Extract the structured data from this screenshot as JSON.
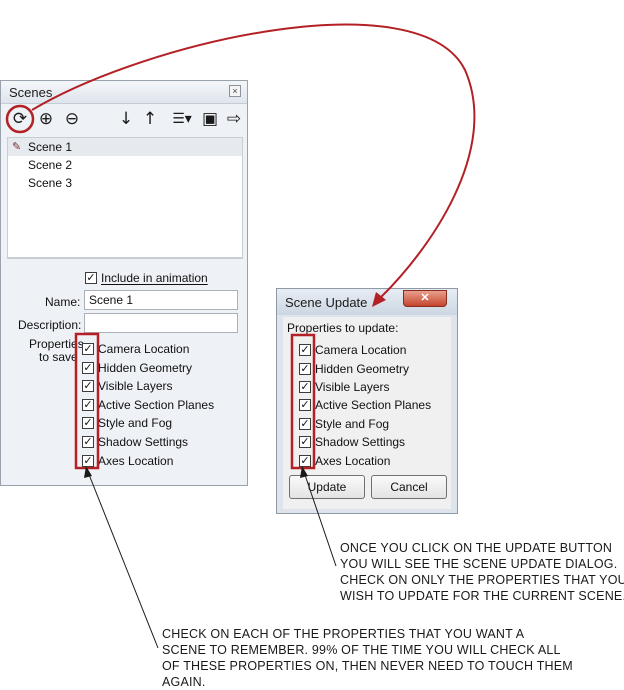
{
  "scenes_panel": {
    "title": "Scenes",
    "close_glyph": "×",
    "toolbar": {
      "icons": [
        {
          "name": "update-scene-icon",
          "glyph": "⟳"
        },
        {
          "name": "add-scene-icon",
          "glyph": "⊕"
        },
        {
          "name": "remove-scene-icon",
          "glyph": "⊖"
        },
        {
          "name": "move-scene-down-icon",
          "glyph": "↓"
        },
        {
          "name": "move-scene-up-icon",
          "glyph": "↑"
        },
        {
          "name": "view-options-icon",
          "glyph": "☰▾"
        },
        {
          "name": "show-thumbnails-icon",
          "glyph": "▣"
        },
        {
          "name": "show-details-icon",
          "glyph": "⇨"
        }
      ]
    },
    "scenes": [
      {
        "label": "Scene 1",
        "selected": true
      },
      {
        "label": "Scene 2",
        "selected": false
      },
      {
        "label": "Scene 3",
        "selected": false
      }
    ],
    "include_in_animation": {
      "label": "Include in animation",
      "checked": true
    },
    "name_label": "Name:",
    "name_value": "Scene 1",
    "description_label": "Description:",
    "description_value": "",
    "properties_label_line1": "Properties",
    "properties_label_line2": "to save",
    "properties": [
      {
        "label": "Camera Location",
        "checked": true
      },
      {
        "label": "Hidden Geometry",
        "checked": true
      },
      {
        "label": "Visible Layers",
        "checked": true
      },
      {
        "label": "Active Section Planes",
        "checked": true
      },
      {
        "label": "Style and Fog",
        "checked": true
      },
      {
        "label": "Shadow Settings",
        "checked": true
      },
      {
        "label": "Axes Location",
        "checked": true
      }
    ]
  },
  "update_dialog": {
    "title": "Scene Update",
    "close_glyph": "✕",
    "group_label": "Properties to update:",
    "properties": [
      {
        "label": "Camera Location",
        "checked": true
      },
      {
        "label": "Hidden Geometry",
        "checked": true
      },
      {
        "label": "Visible Layers",
        "checked": true
      },
      {
        "label": "Active Section Planes",
        "checked": true
      },
      {
        "label": "Style and Fog",
        "checked": true
      },
      {
        "label": "Shadow Settings",
        "checked": true
      },
      {
        "label": "Axes Location",
        "checked": true
      }
    ],
    "update_button": "Update",
    "cancel_button": "Cancel"
  },
  "check_glyph": "✓",
  "annotations": {
    "update_note": [
      "ONCE YOU CLICK ON THE UPDATE BUTTON",
      "YOU WILL SEE THE SCENE UPDATE DIALOG.",
      "CHECK ON ONLY THE PROPERTIES THAT YOU",
      "WISH TO UPDATE FOR THE CURRENT SCENE."
    ],
    "properties_note": [
      "CHECK ON EACH OF THE PROPERTIES THAT YOU WANT A",
      "SCENE TO REMEMBER.  99% OF THE TIME YOU WILL CHECK ALL",
      "OF THESE PROPERTIES ON, THEN NEVER NEED TO TOUCH THEM",
      "AGAIN."
    ]
  },
  "colors": {
    "highlight": "#b32025",
    "pointer_line": "#1a1a1a",
    "panel_bg": "#eef1f5",
    "dialog_close": "#c5452d"
  }
}
